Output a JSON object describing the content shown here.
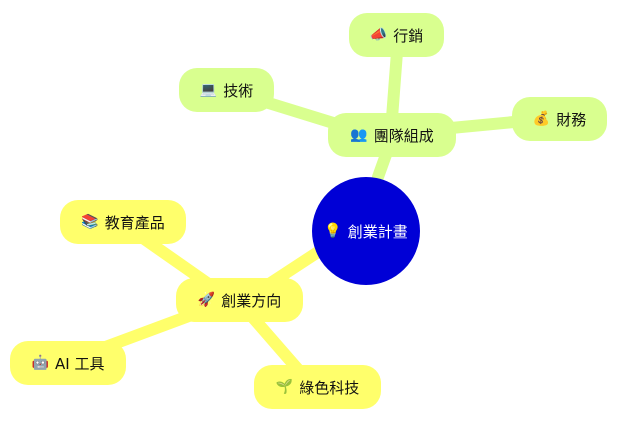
{
  "colors": {
    "center_fill": "#0000d6",
    "center_text": "#ffffff",
    "green_branch": "#d9ff8f",
    "yellow_branch": "#ffff6b"
  },
  "center": {
    "icon": "lightbulb-icon",
    "glyph": "💡",
    "label": "創業計畫"
  },
  "team_branch": {
    "hub": {
      "icon": "people-icon",
      "glyph": "👥",
      "label": "團隊組成"
    },
    "marketing": {
      "icon": "megaphone-icon",
      "glyph": "📣",
      "label": "行銷"
    },
    "tech": {
      "icon": "laptop-icon",
      "glyph": "💻",
      "label": "技術"
    },
    "finance": {
      "icon": "money-bag-icon",
      "glyph": "💰",
      "label": "財務"
    }
  },
  "direction_branch": {
    "hub": {
      "icon": "rocket-icon",
      "glyph": "🚀",
      "label": "創業方向"
    },
    "education": {
      "icon": "books-icon",
      "glyph": "📚",
      "label": "教育產品"
    },
    "ai": {
      "icon": "robot-icon",
      "glyph": "🤖",
      "label": "AI 工具"
    },
    "green": {
      "icon": "seedling-icon",
      "glyph": "🌱",
      "label": "綠色科技"
    }
  }
}
